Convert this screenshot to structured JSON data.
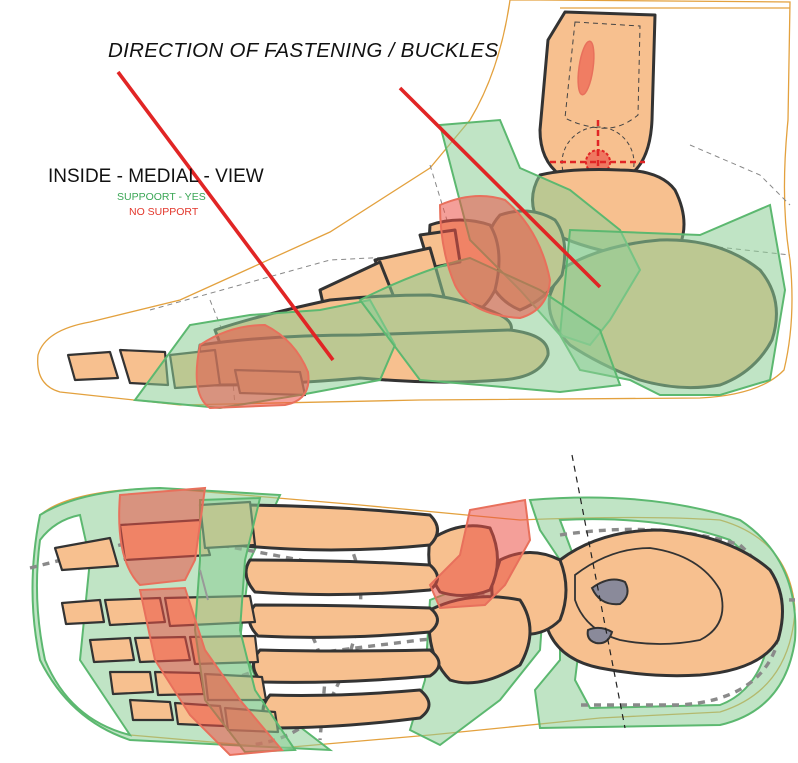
{
  "title": "DIRECTION OF FASTENING / BUCKLES",
  "view_label": "INSIDE - MEDIAL - VIEW",
  "legend": {
    "support_yes": "SUPPOORT - YES",
    "support_no": "NO SUPPORT"
  },
  "colors": {
    "support_yes": "#3aa655",
    "support_no": "#e2362b",
    "bone": "#f7c08f",
    "sole_outline": "#e3a13e",
    "fastening_line": "#e12525"
  }
}
